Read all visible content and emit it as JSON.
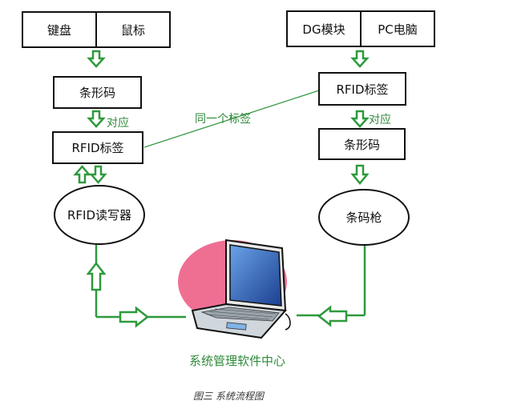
{
  "left": {
    "input_left": "键盘",
    "input_right": "鼠标",
    "barcode": "条形码",
    "rfid_tag": "RFID标签",
    "reader": "RFID读写器",
    "correspond_label": "对应"
  },
  "right": {
    "input_left": "DG模块",
    "input_right": "PC电脑",
    "rfid_tag": "RFID标签",
    "barcode": "条形码",
    "scanner": "条码枪",
    "correspond_label": "对应"
  },
  "link_label": "同一个标签",
  "center_label": "系统管理软件中心",
  "figure_caption": "图三 系统流程图",
  "colors": {
    "arrow": "#2e9a3c",
    "line": "#3a9a48",
    "blob": "#ef6f93",
    "screen": "#1f4fa6"
  }
}
